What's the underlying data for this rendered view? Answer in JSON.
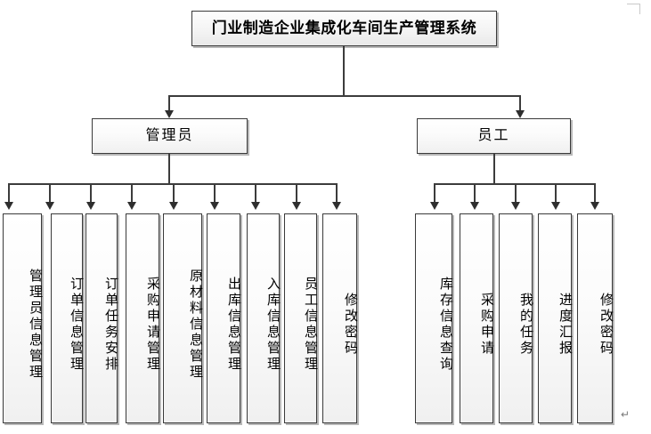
{
  "diagram": {
    "type": "org-chart",
    "title": "门业制造企业集成化车间生产管理系统",
    "root": {
      "id": "root",
      "label": "门业制造企业集成化车间生产管理系统"
    },
    "groups": [
      {
        "id": "admin",
        "label": "管理员"
      },
      {
        "id": "staff",
        "label": "员工"
      }
    ],
    "admin_leaves": [
      {
        "id": "admin-info",
        "label": "管理员信息管理"
      },
      {
        "id": "order-info",
        "label": "订单信息管理"
      },
      {
        "id": "order-task",
        "label": "订单任务安排"
      },
      {
        "id": "purchase-req",
        "label": "采购申请管理"
      },
      {
        "id": "material-info",
        "label": "原材料信息管理"
      },
      {
        "id": "outbound-info",
        "label": "出库信息管理"
      },
      {
        "id": "inbound-info",
        "label": "入库信息管理"
      },
      {
        "id": "staff-info",
        "label": "员工信息管理"
      },
      {
        "id": "change-password",
        "label": "修改密码"
      }
    ],
    "staff_leaves": [
      {
        "id": "stock-query",
        "label": "库存信息查询"
      },
      {
        "id": "purchase-apply",
        "label": "采购申请"
      },
      {
        "id": "my-tasks",
        "label": "我的任务"
      },
      {
        "id": "progress-report",
        "label": "进度汇报"
      },
      {
        "id": "change-password2",
        "label": "修改密码"
      }
    ],
    "colors": {
      "box_border": "#3a3a3a",
      "box_fill_top": "#ffffff",
      "box_fill_bottom": "#f0f0f0",
      "connector": "#3c3c3c",
      "arrow": "#2e2e2e",
      "background": "#ffffff"
    },
    "marks": {
      "pilcrow": "↵"
    }
  }
}
